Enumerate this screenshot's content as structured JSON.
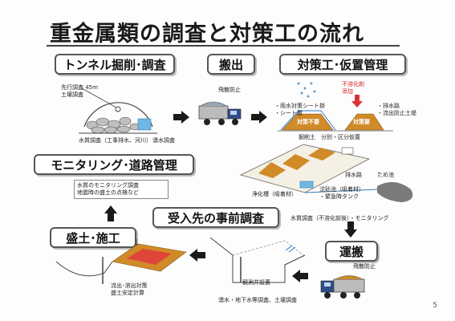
{
  "title": "重金属類の調査と対策工の流れ",
  "steps": {
    "tunnel": "トンネル掘削･調査",
    "export": "搬出",
    "countermeasure": "対策工･仮置管理",
    "monitoring": "モニタリング･道路管理",
    "embankment": "盛土･施工",
    "preinvestigation": "受入先の事前調査",
    "transport": "運搬"
  },
  "labels": {
    "advance_survey": "先行調査 45m",
    "soil_survey": "土壌調査",
    "water_quality_survey": "水質調査（工事排水、河川）",
    "spring_survey": "湧水調査",
    "dust_prevention_1": "飛散防止",
    "rain_sheet": "・雨水対策シート掛",
    "sheet_cover": "・シート敷",
    "insoluble_added": "不溶化剤\n添加",
    "measure_unneeded": "対策不要",
    "measure_needed": "対策要",
    "drainage_1": "・排水路",
    "runoff_soil": "・流出防止土堤",
    "excavated_soil": "掘削土　分別・区分仮置",
    "drainage_2": "排水路",
    "reservoir": "ため池",
    "purification_tank": "浄化槽（吸着材）",
    "settling_pond": "沈砂池（吸着材）\n・緊急時タンク",
    "water_monitoring": "水質調査（不溶化前後）・モニタリング",
    "monitoring_desc": "水質のモニタリング調査\n地震時の盛土の点検など",
    "outflow_measures": "流出･溶出対策\n盛土安定計算",
    "observation_well": "観測井設置",
    "groundwater_survey": "湧水・地下水等調査、土壌調査",
    "dust_prevention_2": "飛散防止"
  },
  "page_number": "5",
  "colors": {
    "box_border": "#555555",
    "arrow": "#1a1a1a",
    "soil": "#d08a28",
    "red_text": "#dd2222"
  }
}
